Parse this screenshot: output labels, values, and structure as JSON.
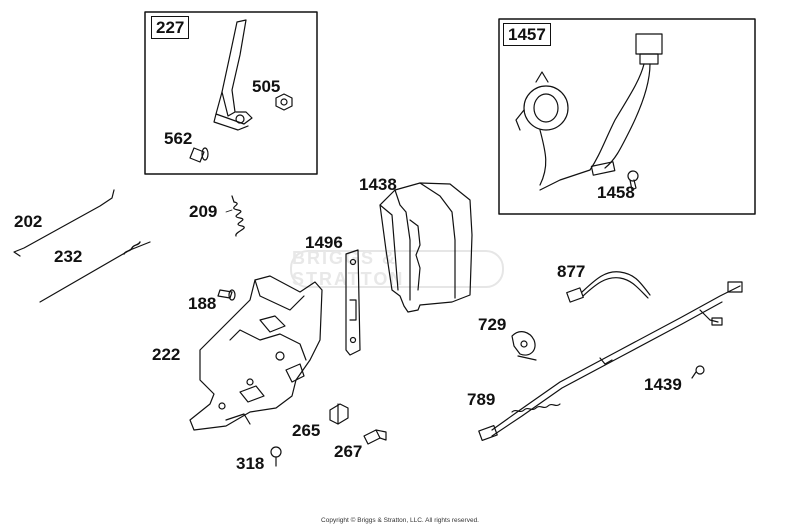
{
  "boxes": {
    "b227": "227",
    "b1457": "1457"
  },
  "labels": {
    "l505": "505",
    "l562": "562",
    "l1458": "1458",
    "l202": "202",
    "l232": "232",
    "l209": "209",
    "l1438": "1438",
    "l1496": "1496",
    "l188": "188",
    "l877": "877",
    "l222": "222",
    "l729": "729",
    "l789": "789",
    "l1439": "1439",
    "l265": "265",
    "l267": "267",
    "l318": "318"
  },
  "watermark": "BRIGGS & STRATTON",
  "copyright": "Copyright © Briggs & Stratton, LLC. All rights reserved.",
  "colors": {
    "line": "#111111",
    "watermark": "#e6e6e6"
  }
}
